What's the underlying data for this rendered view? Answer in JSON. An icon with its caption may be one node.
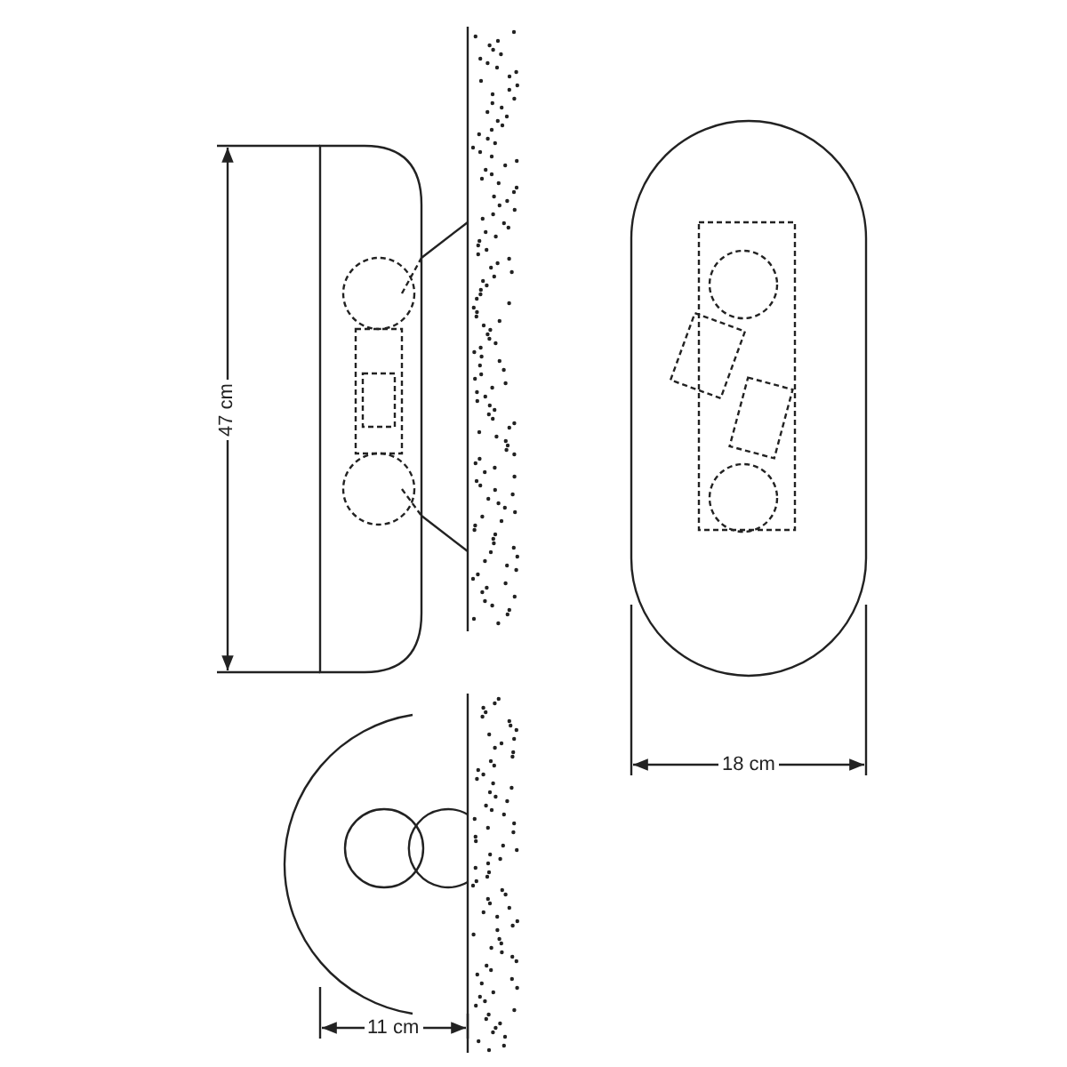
{
  "diagram": {
    "labels": [
      "47 cm",
      "18 cm",
      "11 cm"
    ]
  }
}
